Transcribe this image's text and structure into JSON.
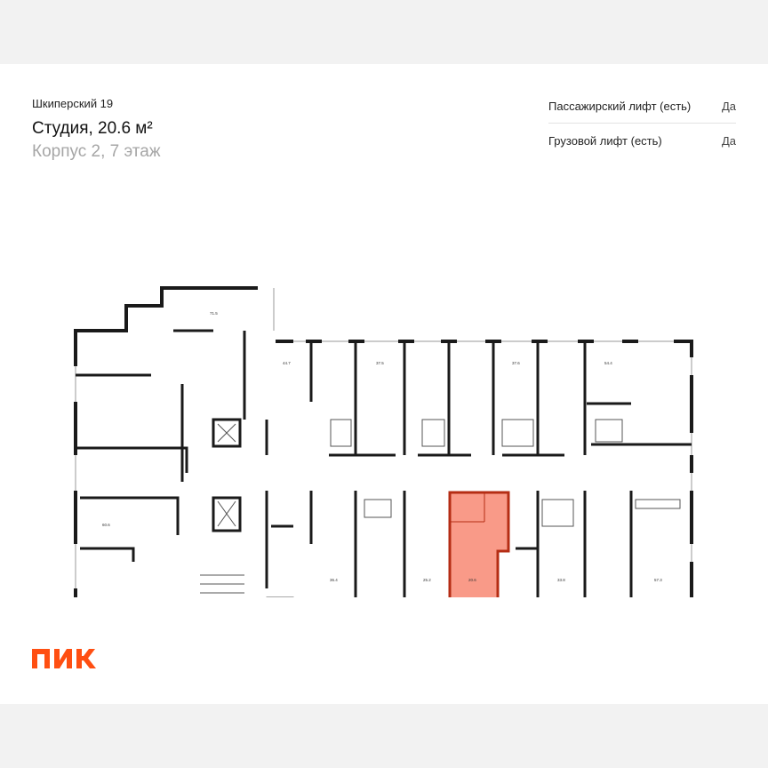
{
  "header": {
    "project": "Шкиперский 19",
    "title": "Студия, 20.6 м²",
    "subtitle": "Корпус 2, 7 этаж"
  },
  "specs": [
    {
      "label": "Пассажирский лифт (есть)",
      "value": "Да"
    },
    {
      "label": "Грузовой лифт (есть)",
      "value": "Да"
    }
  ],
  "plan": {
    "highlight_color": "#f99a88",
    "highlight_border": "#b52d14",
    "room_areas": {
      "r71_5": "71.5",
      "r44_7": "44.7",
      "r37_5": "37.5",
      "r37_6": "37.6",
      "r54_4": "54.4",
      "r60_6": "60.6",
      "r36_4": "36.4",
      "r25_2": "25.2",
      "r20_6": "20.6",
      "r33_8": "33.8",
      "r57_3": "57.3"
    }
  },
  "brand": {
    "logo_text": "ПИК",
    "color": "#ff4f12"
  }
}
